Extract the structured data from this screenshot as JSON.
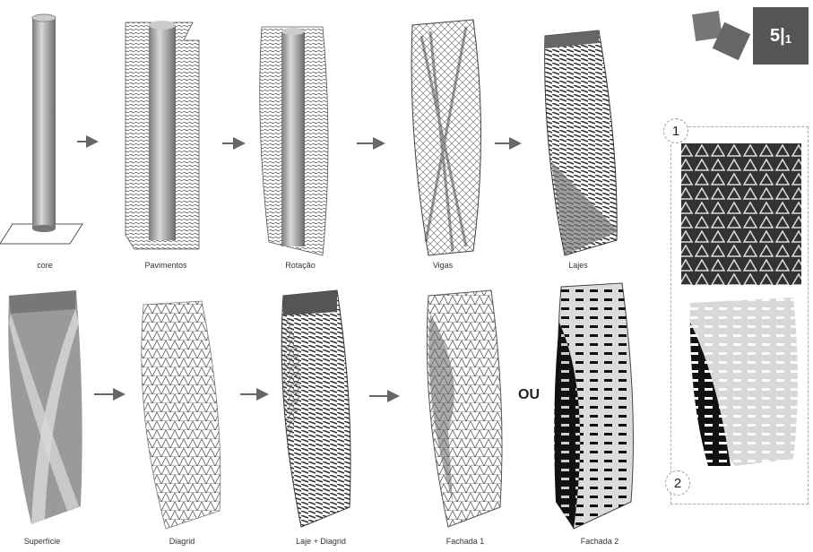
{
  "labels": {
    "top": [
      "core",
      "Pavimentos",
      "Rotação",
      "Vigas",
      "Lajes"
    ],
    "bottom": [
      "Superfície",
      "Diagrid",
      "Laje + Diagrid",
      "Fachada 1",
      "Fachada 2"
    ],
    "or_text": "OU"
  },
  "badge": {
    "main": "5|",
    "sub": "1"
  },
  "detail_panel": {
    "items": [
      "1",
      "2"
    ]
  }
}
